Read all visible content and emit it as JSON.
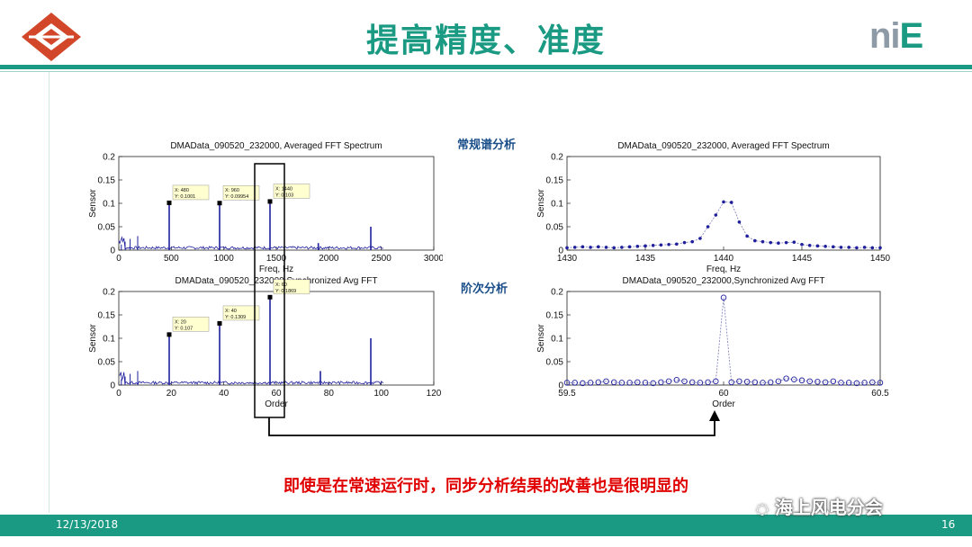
{
  "slide": {
    "title": "提高精度、准度",
    "section_regular": "常规谱分析",
    "section_order": "阶次分析",
    "caption": "即使是在常速运行时，同步分析结果的改善也是很明显的",
    "footer_date": "12/13/2018",
    "page_number": "16",
    "watermark": "海上风电分会",
    "logo_right": {
      "prefix": "ni",
      "suffix": "E"
    },
    "colors": {
      "accent": "#1a9a82",
      "caption": "#e00000",
      "series": "#1f1f9c"
    }
  },
  "chart_data": [
    {
      "type": "line",
      "title": "DMAData_090520_232000, Averaged FFT Spectrum",
      "xlabel": "Freq, Hz",
      "ylabel": "Sensor",
      "xlim": [
        0,
        3000
      ],
      "ylim": [
        0,
        0.2
      ],
      "xticks": [
        "0",
        "500",
        "1000",
        "1500",
        "2000",
        "2500",
        "3000"
      ],
      "yticks": [
        "0",
        "0.05",
        "0.1",
        "0.15",
        "0.2"
      ],
      "peaks": [
        [
          480,
          0.1001
        ],
        [
          960,
          0.09954
        ],
        [
          1440,
          0.103
        ],
        [
          1900,
          0.015
        ],
        [
          2400,
          0.05
        ]
      ],
      "datatips": [
        {
          "x": 480,
          "y": 0.1001,
          "line1": "X: 480",
          "line2": "Y: 0.1001"
        },
        {
          "x": 960,
          "y": 0.09954,
          "line1": "X: 960",
          "line2": "Y: 0.09954"
        },
        {
          "x": 1440,
          "y": 0.103,
          "line1": "X: 1440",
          "line2": "Y: 0.103"
        }
      ]
    },
    {
      "type": "scatter",
      "title": "DMAData_090520_232000, Averaged FFT Spectrum",
      "xlabel": "Freq, Hz",
      "ylabel": "Sensor",
      "xlim": [
        1430,
        1450
      ],
      "ylim": [
        0,
        0.2
      ],
      "xticks": [
        "1430",
        "1435",
        "1440",
        "1445",
        "1450"
      ],
      "yticks": [
        "0",
        "0.05",
        "0.1",
        "0.15",
        "0.2"
      ],
      "x": [
        1430,
        1430.5,
        1431,
        1431.5,
        1432,
        1432.5,
        1433,
        1433.5,
        1434,
        1434.5,
        1435,
        1435.5,
        1436,
        1436.5,
        1437,
        1437.5,
        1438,
        1438.5,
        1439,
        1439.5,
        1440,
        1440.5,
        1441,
        1441.5,
        1442,
        1442.5,
        1443,
        1443.5,
        1444,
        1444.5,
        1445,
        1445.5,
        1446,
        1446.5,
        1447,
        1447.5,
        1448,
        1448.5,
        1449,
        1449.5,
        1450
      ],
      "y": [
        0.005,
        0.006,
        0.007,
        0.006,
        0.007,
        0.006,
        0.005,
        0.006,
        0.007,
        0.008,
        0.009,
        0.01,
        0.011,
        0.012,
        0.013,
        0.016,
        0.018,
        0.025,
        0.05,
        0.075,
        0.103,
        0.102,
        0.06,
        0.03,
        0.02,
        0.018,
        0.016,
        0.015,
        0.016,
        0.017,
        0.012,
        0.01,
        0.009,
        0.008,
        0.007,
        0.006,
        0.006,
        0.005,
        0.006,
        0.005,
        0.005
      ]
    },
    {
      "type": "line",
      "title": "DMAData_090520_232000,Synchronized Avg FFT",
      "xlabel": "Order",
      "ylabel": "Sensor",
      "xlim": [
        0,
        125
      ],
      "ylim": [
        0,
        0.2
      ],
      "xticks": [
        "0",
        "20",
        "40",
        "60",
        "80",
        "100",
        "120"
      ],
      "yticks": [
        "0",
        "0.05",
        "0.1",
        "0.15",
        "0.2"
      ],
      "peaks": [
        [
          20,
          0.107
        ],
        [
          40,
          0.1309
        ],
        [
          60,
          0.1869
        ],
        [
          80,
          0.03
        ],
        [
          100,
          0.1
        ]
      ],
      "datatips": [
        {
          "x": 20,
          "y": 0.107,
          "line1": "X: 20",
          "line2": "Y: 0.107"
        },
        {
          "x": 40,
          "y": 0.1309,
          "line1": "X: 40",
          "line2": "Y: 0.1309"
        },
        {
          "x": 60,
          "y": 0.1869,
          "line1": "X: 60",
          "line2": "Y: 0.1869"
        }
      ]
    },
    {
      "type": "scatter",
      "title": "DMAData_090520_232000,Synchronized Avg FFT",
      "xlabel": "Order",
      "ylabel": "Sensor",
      "xlim": [
        59.5,
        60.5
      ],
      "ylim": [
        0,
        0.2
      ],
      "xticks": [
        "59.5",
        "60",
        "60.5"
      ],
      "yticks": [
        "0",
        "0.05",
        "0.1",
        "0.15",
        "0.2"
      ],
      "x": [
        59.5,
        59.525,
        59.55,
        59.575,
        59.6,
        59.625,
        59.65,
        59.675,
        59.7,
        59.725,
        59.75,
        59.775,
        59.8,
        59.825,
        59.85,
        59.875,
        59.9,
        59.925,
        59.95,
        59.975,
        60,
        60.025,
        60.05,
        60.075,
        60.1,
        60.125,
        60.15,
        60.175,
        60.2,
        60.225,
        60.25,
        60.275,
        60.3,
        60.325,
        60.35,
        60.375,
        60.4,
        60.425,
        60.45,
        60.475,
        60.5
      ],
      "y": [
        0.005,
        0.005,
        0.004,
        0.005,
        0.006,
        0.008,
        0.006,
        0.005,
        0.005,
        0.006,
        0.005,
        0.004,
        0.006,
        0.008,
        0.011,
        0.008,
        0.006,
        0.005,
        0.006,
        0.008,
        0.187,
        0.006,
        0.008,
        0.007,
        0.006,
        0.005,
        0.006,
        0.008,
        0.014,
        0.012,
        0.01,
        0.008,
        0.007,
        0.006,
        0.008,
        0.005,
        0.005,
        0.004,
        0.005,
        0.006,
        0.005
      ]
    }
  ]
}
